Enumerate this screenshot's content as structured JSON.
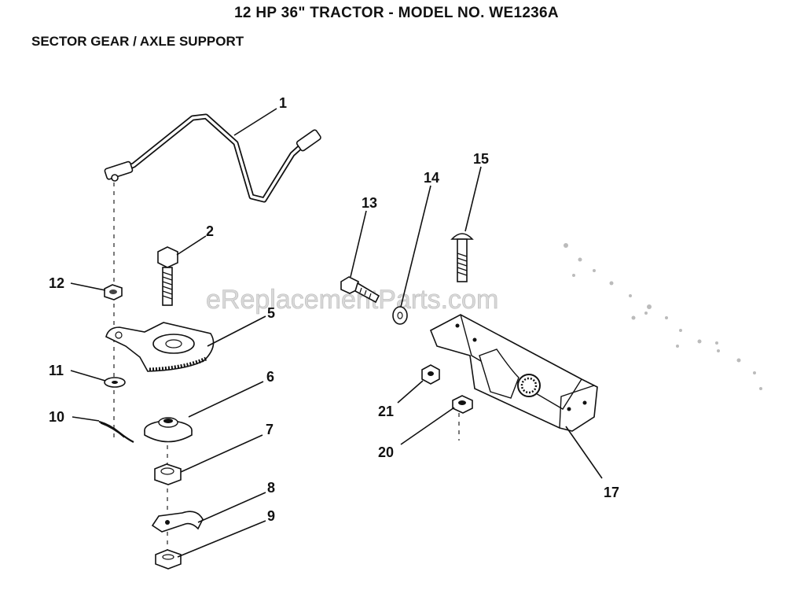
{
  "header": {
    "title": "12 HP 36\" TRACTOR - MODEL NO. WE1236A",
    "subtitle": "SECTOR GEAR / AXLE SUPPORT"
  },
  "watermark": "eReplacementParts.com",
  "callouts": [
    "1",
    "2",
    "5",
    "6",
    "7",
    "8",
    "9",
    "10",
    "11",
    "12",
    "13",
    "14",
    "15",
    "17",
    "20",
    "21"
  ]
}
